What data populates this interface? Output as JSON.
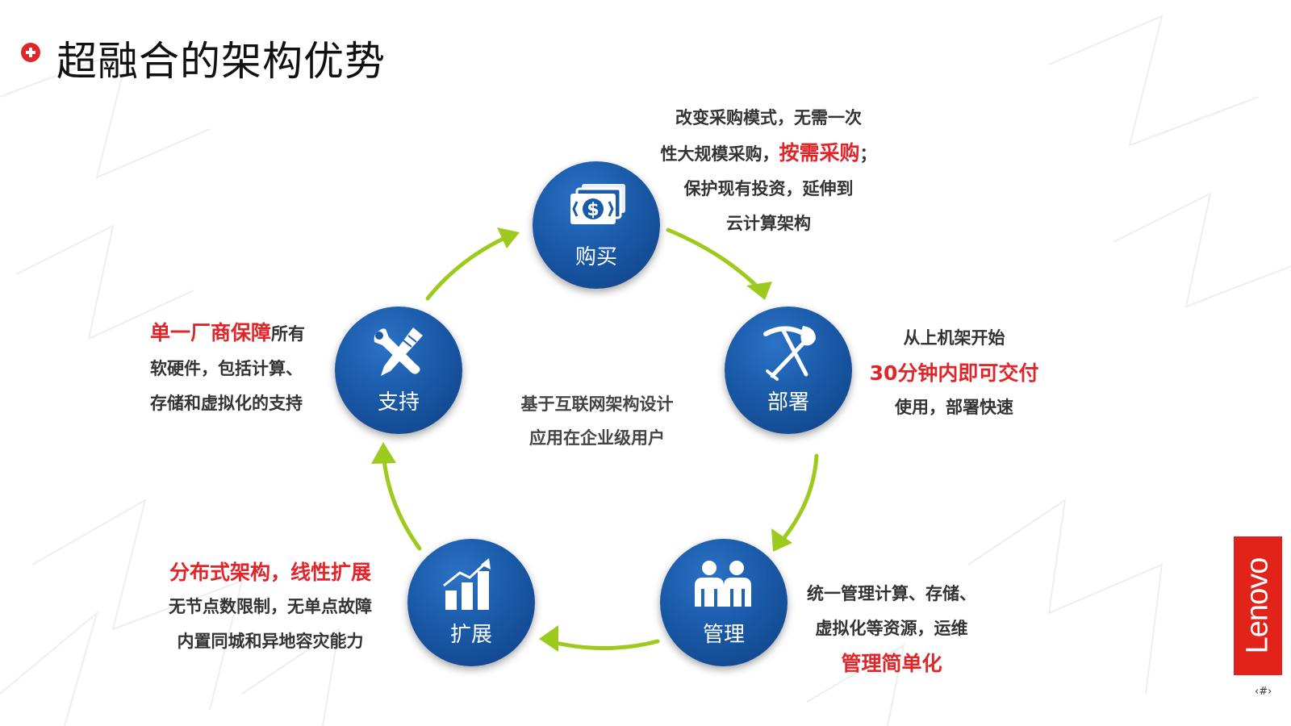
{
  "title": "超融合的架构优势",
  "center_text": [
    "基于互联网架构设计",
    "应用在企业级用户"
  ],
  "nodes": {
    "buy": {
      "label": "购买",
      "icon": "money-icon"
    },
    "deploy": {
      "label": "部署",
      "icon": "pickaxe-shovel-icon"
    },
    "manage": {
      "label": "管理",
      "icon": "people-icon"
    },
    "expand": {
      "label": "扩展",
      "icon": "growth-chart-icon"
    },
    "support": {
      "label": "支持",
      "icon": "tools-icon"
    }
  },
  "descriptions": {
    "buy": {
      "line1": "改变采购模式，无需一次",
      "line2_pre": "性大规模采购，",
      "line2_hl": "按需采购",
      "line2_post": "；",
      "line3": "保护现有投资，延伸到",
      "line4": "云计算架构"
    },
    "deploy": {
      "line1": "从上机架开始",
      "line2_hl": "30分钟内即可交付",
      "line3": "使用，部署快速"
    },
    "manage": {
      "line1": "统一管理计算、存储、",
      "line2": "虚拟化等资源，运维",
      "line3_hl": "管理简单化"
    },
    "expand": {
      "line1_hl": "分布式架构，线性扩展",
      "line2": "无节点数限制，无单点故障",
      "line3": "内置同城和异地容灾能力"
    },
    "support": {
      "line1_hl": "单一厂商保障",
      "line1_post": "所有",
      "line2": "软硬件，包括计算、",
      "line3": "存储和虚拟化的支持"
    }
  },
  "logo": "Lenovo",
  "page_number": "‹#›",
  "colors": {
    "accent_red": "#e0262b",
    "arrow_green": "#9ccb1e",
    "node_blue": "#1a5aa8",
    "logo_red": "#e2231a"
  }
}
